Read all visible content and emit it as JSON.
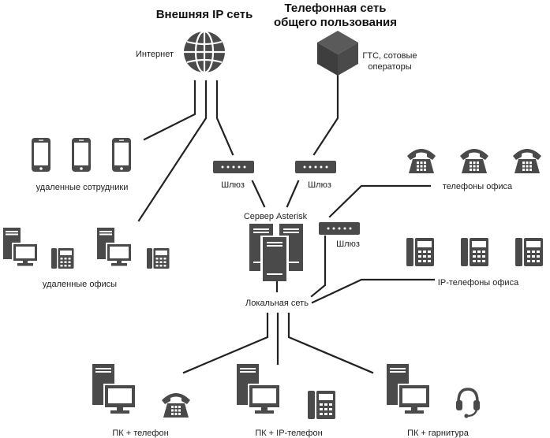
{
  "headings": {
    "external_ip": "Внешняя IP сеть",
    "pstn_line1": "Телефонная сеть",
    "pstn_line2": "общего пользования"
  },
  "labels": {
    "internet": "Интернет",
    "pstn_line1": "ГТС, сотовые",
    "pstn_line2": "операторы",
    "remote_employees": "удаленные сотрудники",
    "gateway_left": "Шлюз",
    "gateway_center": "Шлюз",
    "gateway_right": "Шлюз",
    "office_phones": "телефоны офиса",
    "asterisk_server": "Сервер Asterisk",
    "remote_offices": "удаленные офисы",
    "ip_phones": "IP-телефоны офиса",
    "local_network": "Локальная сеть",
    "pc_phone": "ПК + телефон",
    "pc_ip_phone": "ПК + IP-телефон",
    "pc_headset": "ПК + гарнитура"
  },
  "colors": {
    "icon": "#4a4a4a",
    "line": "#222222",
    "screen": "#ffffff"
  },
  "icons": [
    "globe-icon",
    "cube-icon",
    "smartphone-icon",
    "gateway-icon",
    "desk-phone-icon",
    "server-icon",
    "desktop-pc-icon",
    "ip-phone-icon",
    "headset-icon"
  ]
}
